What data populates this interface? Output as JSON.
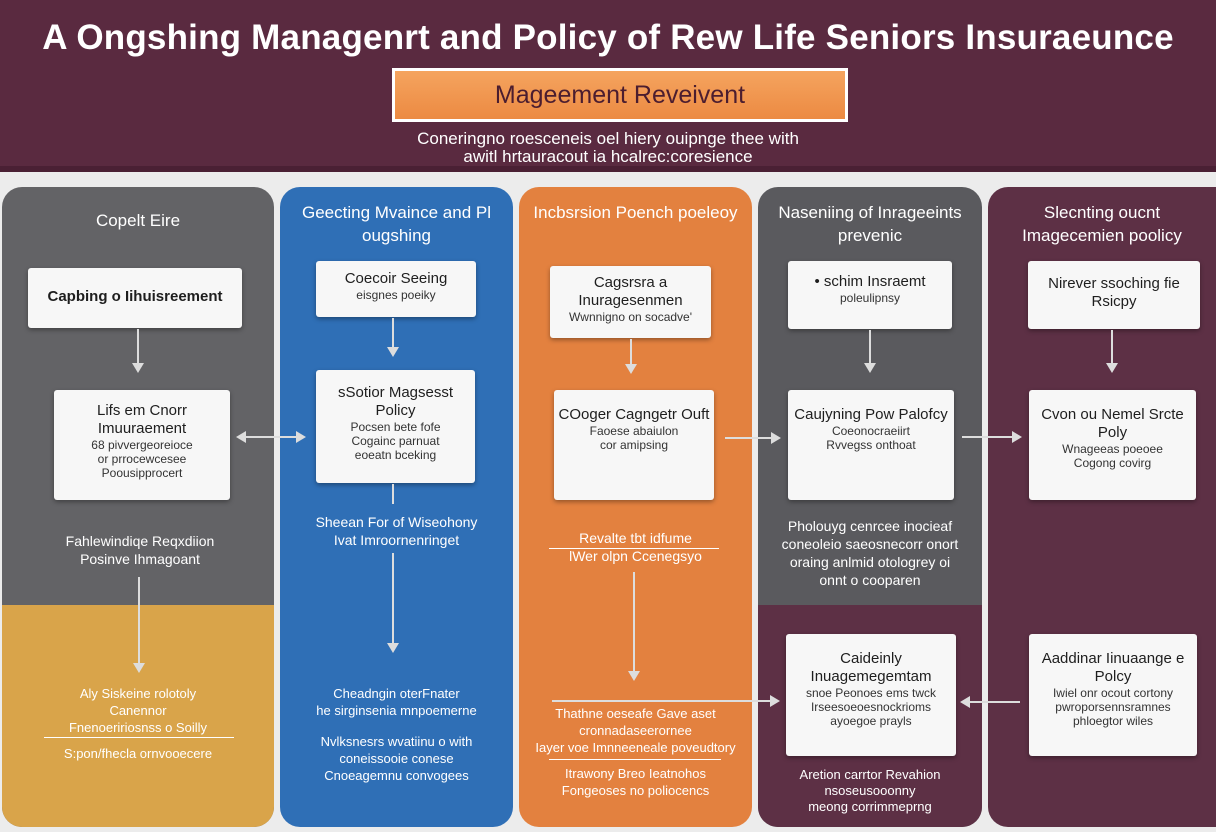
{
  "header": {
    "title": "A Ongshing Managenrt and Policy of Rew Life Seniors Insuraeunce",
    "subtitle": "Mageement Reveivent",
    "tagline_line1": "Coneringno roesceneis oel hiery ouipnge thee with",
    "tagline_line2": "awitl hrtauracout ia hcalrec:coresience"
  },
  "colors": {
    "header_bg": "#5a2a40",
    "col1": "#636366",
    "col1_lower": "#d9a44a",
    "col2": "#2f6fb6",
    "col3": "#e3813f",
    "col4": "#5a5a5e",
    "col4_lower": "#5d3045",
    "col5": "#5d3045"
  },
  "columns": [
    {
      "title": "Copelt Eire",
      "card1": {
        "title": "Capbing o Iihuisreement",
        "sub": ""
      },
      "card2": {
        "title": "Lifs em Cnorr Imuuraement",
        "sub1": "68 pivvergeoreioce",
        "sub2": "or prrocewcesee",
        "sub3": "Poousipprocert"
      },
      "note1_line1": "Fahlewindiqe Reqxdiion",
      "note1_line2": "Posinve Ihmagoant",
      "note2_line1": "Aly Siskeine rolotoly",
      "note2_line2": "Canennor",
      "note2_line3": "Fnenoeririosnss o Soilly",
      "note3": "S:pon/fhecla ornvooecere"
    },
    {
      "title": "Geecting Mvaince and Pl ougshing",
      "card1": {
        "title": "Coecoir Seeing",
        "sub": "eisgnes poeiky"
      },
      "card2": {
        "title": "sSotior Magsesst Policy",
        "sub1": "Pocsen bete fofe",
        "sub2": "Cogainc parnuat",
        "sub3": "eoeatn bceking"
      },
      "note1_line1": "Sheean For of Wiseohony",
      "note1_line2": "Ivat Imroornenringet",
      "note2_line1": "Cheadngin oterFnater",
      "note2_line2": "he sirginsenia mnpoemerne",
      "note3_line1": "Nvlksnesrs wvatiinu o with",
      "note3_line2": "coneissooie conese",
      "note3_line3": "Cnoeagemnu convogees"
    },
    {
      "title": "Incbsrsion Poench poeleoy",
      "card1": {
        "title": "Cagsrsra a Inuragesenmen",
        "sub": "Wwnnigno on socadve'"
      },
      "card2": {
        "title": "COoger Cagngetr Ouft",
        "sub1": "Faoese abaiulon",
        "sub2": "cor amipsing"
      },
      "note1_line1": "Revalte tbt idfume",
      "note1_line2": "lWer olpn Ccenegsyo",
      "note2_line1": "Thathne oeseafe Gave aset",
      "note2_line2": "cronnadaseerornee",
      "note2_line3": "Iayer voe Imnneeneale poveudtory",
      "note3_line1": "Itrawony Breo Ieatnohos",
      "note3_line2": "Fongeoses no poliocencs"
    },
    {
      "title": "Naseniing of Inrageeints prevenic",
      "card1": {
        "title": "• schim Insraemt",
        "sub": "poleulipnsy"
      },
      "card2": {
        "title": "Caujyning Pow Palofcy",
        "sub1": "Coeonocraeiirt",
        "sub2": "Rvvegss onthoat"
      },
      "note1_line1": "Pholouyg cenrcee inocieaf",
      "note1_line2": "coneoleio saeosnecorr onort",
      "note1_line3": "oraing anlmid otologrey oi",
      "note1_line4": "onnt o cooparen",
      "card3": {
        "title": "Caideinly Inuagemegemtam",
        "sub1": "snoe Peonoes ems twck",
        "sub2": "Irseesoeoesnockrioms",
        "sub3": "ayoegoe prayls"
      },
      "note2_line1": "Aretion carrtor Revahion",
      "note2_line2": "nsoseusooonny",
      "note2_line3": "meong corrimmeprng"
    },
    {
      "title": "Slecnting oucnt Imagecemien poolicy",
      "card1": {
        "title": "Nirever ssoching fie Rsicpy",
        "sub": ""
      },
      "card2": {
        "title": "Cvon ou Nemel Srcte Poly",
        "sub1": "Wnageeas poeoee",
        "sub2": "Cogong covirg"
      },
      "card3": {
        "title": "Aaddinar Iinuaange e Polcy",
        "sub1": "Iwiel onr ocout cortony",
        "sub2": "pwroporsennsramnes",
        "sub3": "phloegtor wiles"
      }
    }
  ]
}
